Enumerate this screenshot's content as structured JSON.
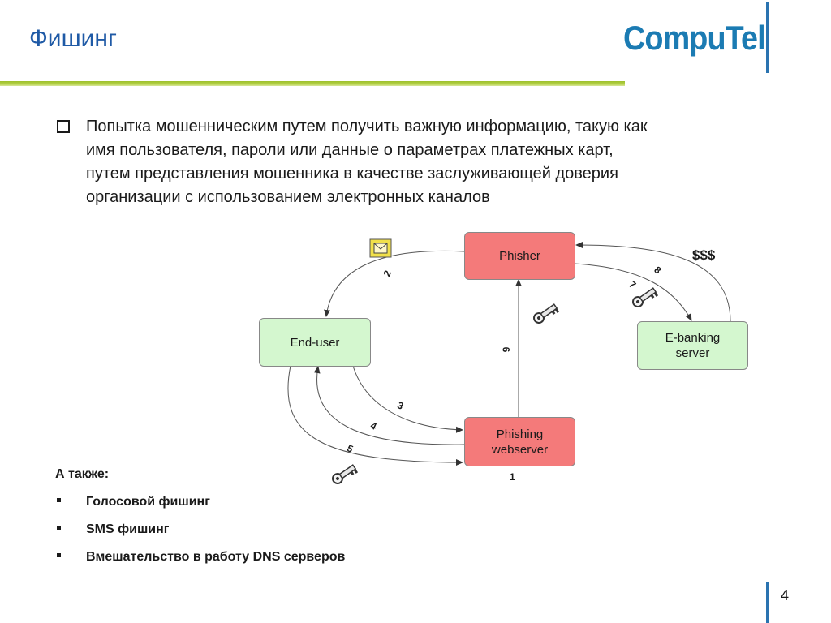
{
  "header": {
    "title": "Фишинг",
    "logo_text": "CompuTel"
  },
  "main": {
    "bullet_lines": [
      "Попытка мошенническим путем получить важную информацию, такую как",
      "имя пользователя, пароли или данные о параметрах платежных карт,",
      "путем представления мошенника в качестве заслуживающей доверия",
      "организации с использованием электронных каналов"
    ]
  },
  "diagram": {
    "nodes": {
      "phisher": "Phisher",
      "end_user": "End-user",
      "ebanking": [
        "E-banking",
        "server"
      ],
      "webserver": [
        "Phishing",
        "webserver"
      ]
    },
    "step_labels": [
      "1",
      "2",
      "3",
      "4",
      "5",
      "6",
      "7",
      "8"
    ],
    "money_label": "$$$",
    "colors": {
      "red_node": "#f47a7a",
      "green_node": "#d4f7cf"
    },
    "icons": [
      "envelope-icon",
      "key-icon"
    ]
  },
  "also": {
    "title": "А также:",
    "items": [
      "Голосовой фишинг",
      "SMS фишинг",
      "Вмешательство в работу DNS серверов"
    ]
  },
  "footer": {
    "page_number": "4"
  },
  "theme": {
    "title_color": "#1f5aa6",
    "logo_color": "#1b7bb3",
    "rule_color": "#9cbf2a"
  }
}
